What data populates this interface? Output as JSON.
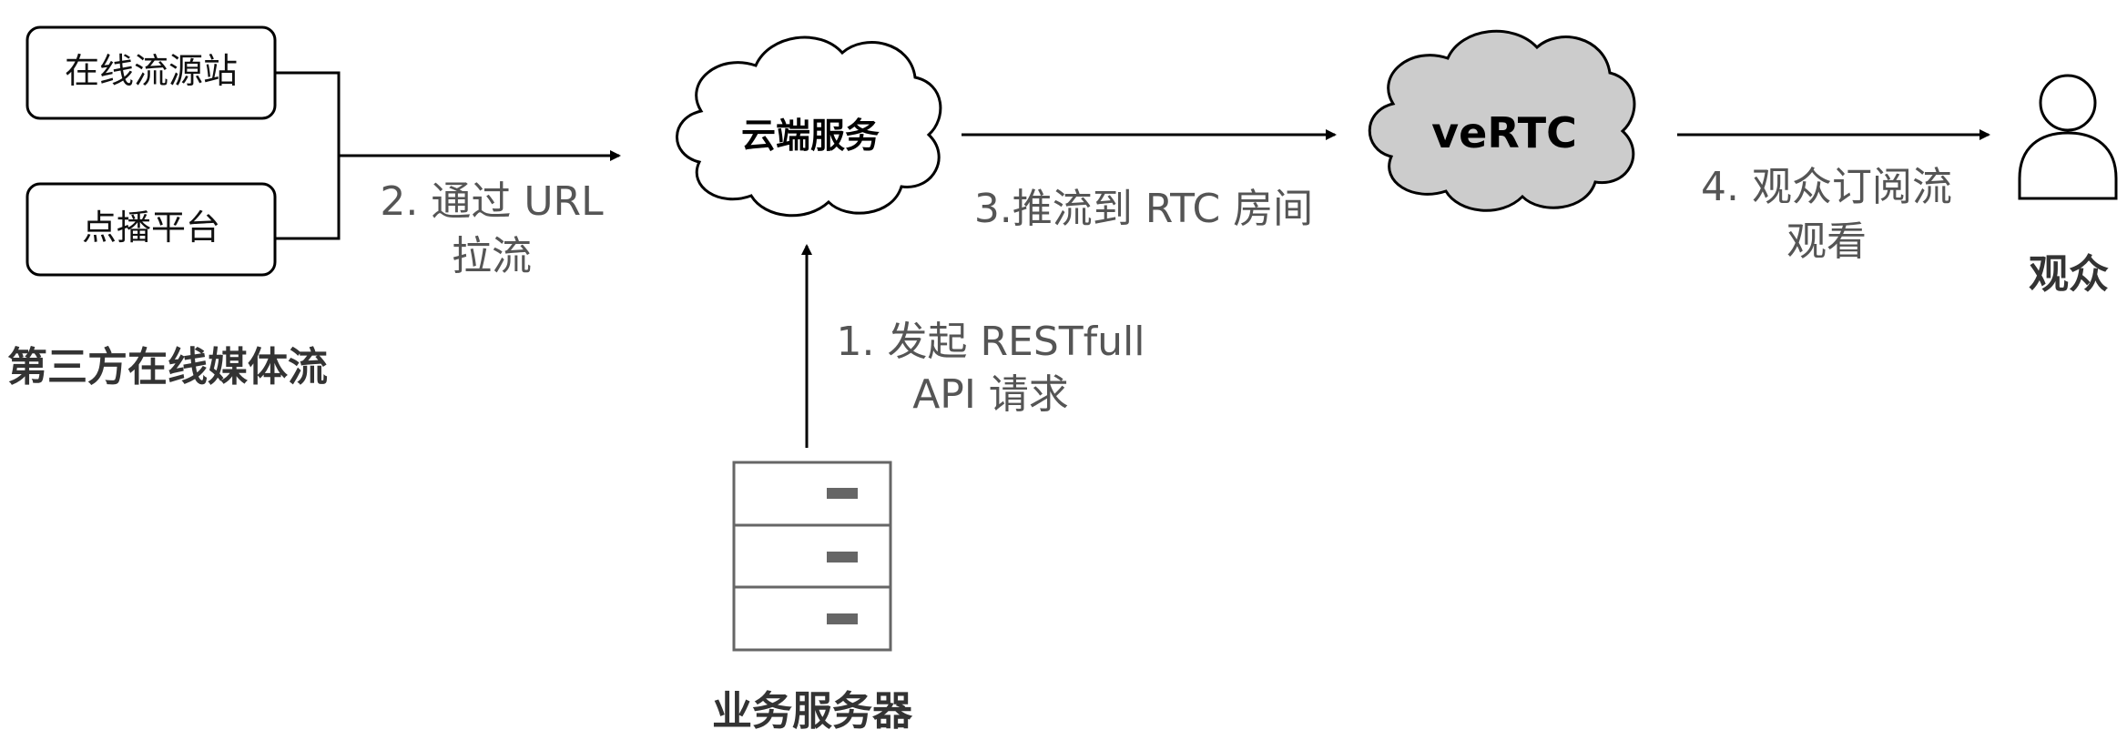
{
  "sources": {
    "online_stream": "在线流源站",
    "vod_platform": "点播平台",
    "group_label": "第三方在线媒体流"
  },
  "cloud_service": "云端服务",
  "vertc": "veRTC",
  "business_server": "业务服务器",
  "audience": "观众",
  "steps": {
    "step1_line1": "1. 发起 RESTfull",
    "step1_line2": "API 请求",
    "step2_line1": "2. 通过 URL",
    "step2_line2": "拉流",
    "step3": "3.推流到 RTC 房间",
    "step4_line1": "4. 观众订阅流",
    "step4_line2": "观看"
  },
  "colors": {
    "vertc_fill": "#cccccc",
    "text_gray": "#555555",
    "server_block": "#666666"
  },
  "icons": {
    "cloud": "cloud-icon",
    "server": "server-rack-icon",
    "user": "user-icon"
  }
}
